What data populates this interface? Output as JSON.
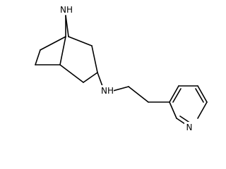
{
  "molecule": {
    "atoms": {
      "bridge_nh": "NH",
      "amine_nh": "NH",
      "pyridine_n": "N"
    }
  },
  "colors": {
    "bond": "#000000",
    "label": "#000000",
    "background": "#ffffff"
  }
}
